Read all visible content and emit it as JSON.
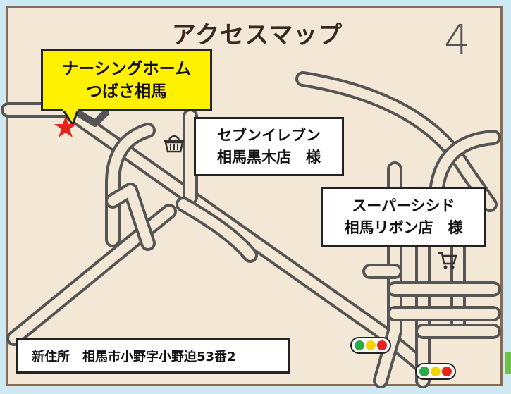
{
  "map": {
    "title": "アクセスマップ",
    "page_number": "4",
    "facility_label": {
      "line1": "ナーシングホーム",
      "line2": "つばさ相馬"
    },
    "landmarks": [
      {
        "line1": "セブンイレブン",
        "line2": "相馬黒木店　様",
        "icon": "shopping-basket-icon"
      },
      {
        "line1": "スーパーシシド",
        "line2": "相馬リボン店　様",
        "icon": "shopping-cart-icon"
      }
    ],
    "address": "新住所　相馬市小野字小野迫53番2",
    "markers": {
      "location": "star-icon",
      "signals": [
        "traffic-signal-icon",
        "traffic-signal-icon"
      ]
    },
    "colors": {
      "background": "#f3e7d6",
      "roads": "#555555",
      "callout": "#fff100",
      "star": "#e8231a",
      "signal_green": "#2ea84a",
      "signal_yellow": "#f5d400",
      "signal_red": "#e8231a"
    }
  }
}
